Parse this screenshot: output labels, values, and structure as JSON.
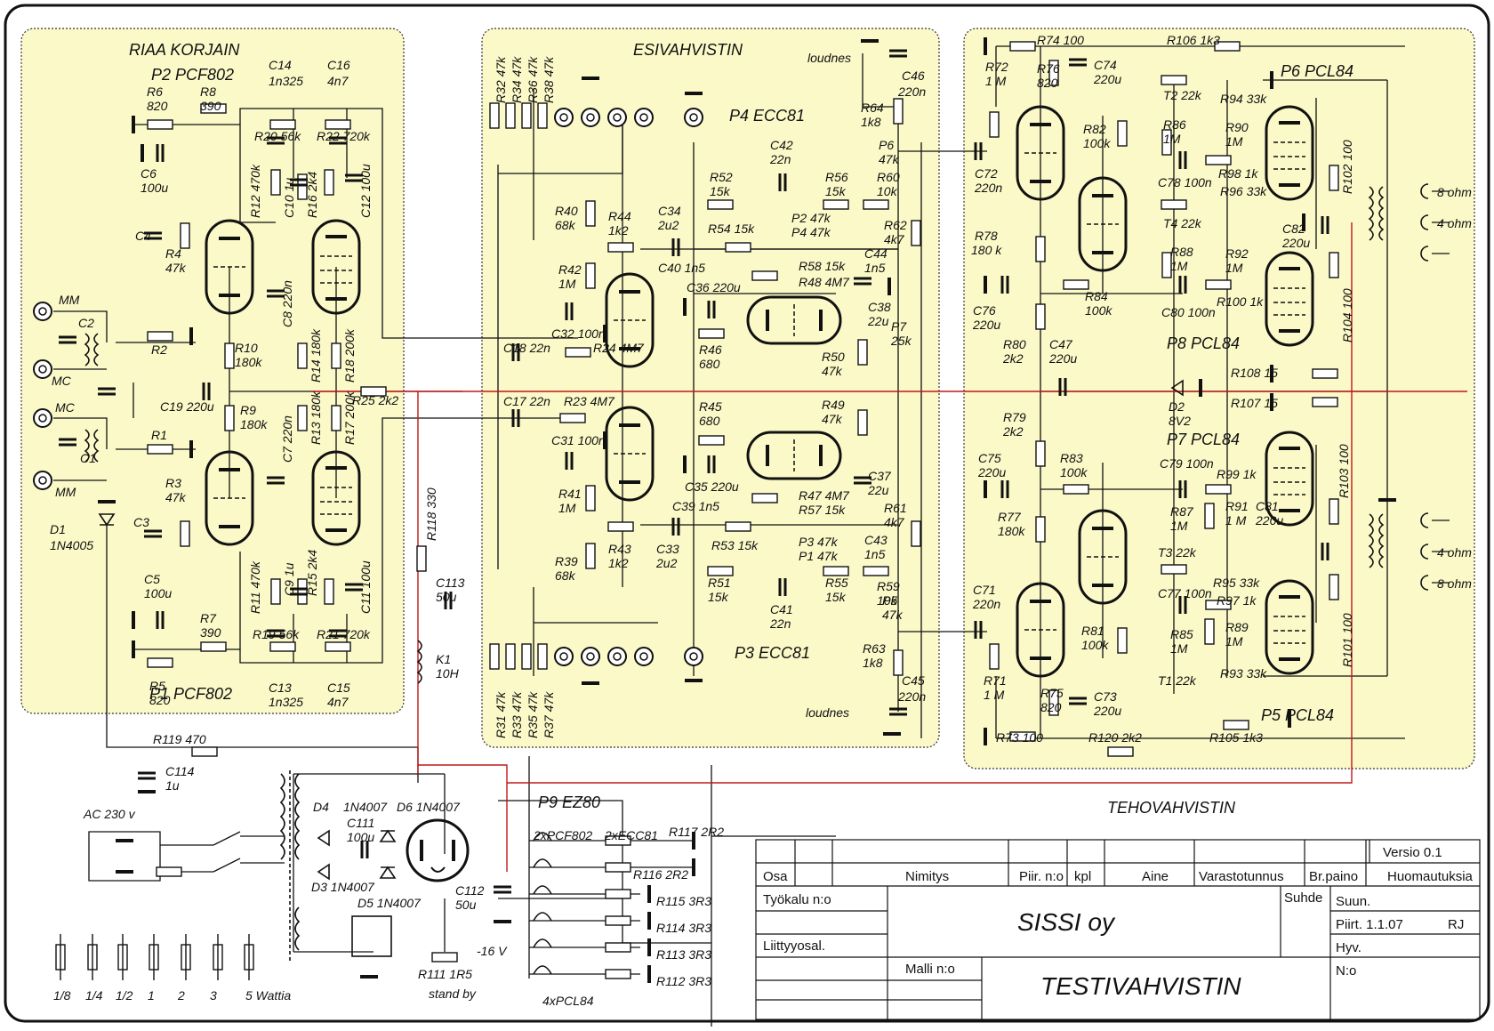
{
  "sections": {
    "riaa": "RIAA KORJAIN",
    "esivahvistin": "ESIVAHVISTIN",
    "tehovahvistin": "TEHOVAHVISTIN"
  },
  "tubes": {
    "p2": "P2 PCF802",
    "p1": "P1 PCF802",
    "p4": "P4 ECC81",
    "p3": "P3 ECC81",
    "p6": "P6 PCL84",
    "p8": "P8 PCL84",
    "p7": "P7 PCL84",
    "p5": "P5 PCL84",
    "p9": "P9 EZ80"
  },
  "inputs": {
    "mm_top": "MM",
    "mc_top": "MC",
    "mc_bot": "MC",
    "mm_bot": "MM"
  },
  "outputs": {
    "o8a": "8 ohm",
    "o4a": "4 ohm",
    "o4b": "4 ohm",
    "o8b": "8 ohm"
  },
  "labels": [
    {
      "id": "R6",
      "t": "R6"
    },
    {
      "id": "R6v",
      "t": "820"
    },
    {
      "id": "R8",
      "t": "R8"
    },
    {
      "id": "R8v",
      "t": "390"
    },
    {
      "id": "C14",
      "t": "C14"
    },
    {
      "id": "C14v",
      "t": "1n325"
    },
    {
      "id": "C16",
      "t": "C16"
    },
    {
      "id": "C16v",
      "t": "4n7"
    },
    {
      "id": "C6",
      "t": "C6"
    },
    {
      "id": "C6v",
      "t": "100u"
    },
    {
      "id": "R20",
      "t": "R20  56k"
    },
    {
      "id": "R22",
      "t": "R22  720k"
    },
    {
      "id": "R12",
      "t": "R12  470k"
    },
    {
      "id": "C10",
      "t": "C10 1u"
    },
    {
      "id": "R16",
      "t": "R16  2k4"
    },
    {
      "id": "C12",
      "t": "C12  100u"
    },
    {
      "id": "C4",
      "t": "C4"
    },
    {
      "id": "R4",
      "t": "R4"
    },
    {
      "id": "R4v",
      "t": "47k"
    },
    {
      "id": "C8",
      "t": "C8  220n"
    },
    {
      "id": "C2",
      "t": "C2"
    },
    {
      "id": "R2",
      "t": "R2"
    },
    {
      "id": "R10",
      "t": "R10"
    },
    {
      "id": "R10v",
      "t": "180k"
    },
    {
      "id": "R14",
      "t": "R14  180k"
    },
    {
      "id": "R18",
      "t": "R18  200k"
    },
    {
      "id": "C19",
      "t": "C19  220u"
    },
    {
      "id": "R25",
      "t": "R25  2k2"
    },
    {
      "id": "R9",
      "t": "R9"
    },
    {
      "id": "R9v",
      "t": "180k"
    },
    {
      "id": "R13",
      "t": "R13  180k"
    },
    {
      "id": "R17",
      "t": "R17  200k"
    },
    {
      "id": "C1",
      "t": "C1"
    },
    {
      "id": "R1",
      "t": "R1"
    },
    {
      "id": "C7",
      "t": "C7  220n"
    },
    {
      "id": "R3",
      "t": "R3"
    },
    {
      "id": "R3v",
      "t": "47k"
    },
    {
      "id": "D1",
      "t": "D1"
    },
    {
      "id": "D1v",
      "t": "1N4005"
    },
    {
      "id": "C3",
      "t": "C3"
    },
    {
      "id": "C5",
      "t": "C5"
    },
    {
      "id": "C5v",
      "t": "100u"
    },
    {
      "id": "R11",
      "t": "R11  470k"
    },
    {
      "id": "C9",
      "t": "C9  1u"
    },
    {
      "id": "R15",
      "t": "R15  2k4"
    },
    {
      "id": "C11",
      "t": "C11  100u"
    },
    {
      "id": "R7",
      "t": "R7"
    },
    {
      "id": "R7v",
      "t": "390"
    },
    {
      "id": "R19",
      "t": "R19  56k"
    },
    {
      "id": "R21",
      "t": "R21  720k"
    },
    {
      "id": "R5",
      "t": "R5"
    },
    {
      "id": "R5v",
      "t": "820"
    },
    {
      "id": "C13",
      "t": "C13"
    },
    {
      "id": "C13v",
      "t": "1n325"
    },
    {
      "id": "C15",
      "t": "C15"
    },
    {
      "id": "C15v",
      "t": "4n7"
    },
    {
      "id": "R32",
      "t": "R32  47k"
    },
    {
      "id": "R34",
      "t": "R34  47k"
    },
    {
      "id": "R36",
      "t": "R36  47k"
    },
    {
      "id": "R38",
      "t": "R38  47k"
    },
    {
      "id": "R40",
      "t": "R40"
    },
    {
      "id": "R40v",
      "t": "68k"
    },
    {
      "id": "R44",
      "t": "R44"
    },
    {
      "id": "R44v",
      "t": "1k2"
    },
    {
      "id": "C34",
      "t": "C34"
    },
    {
      "id": "C34v",
      "t": "2u2"
    },
    {
      "id": "R52",
      "t": "R52"
    },
    {
      "id": "R52v",
      "t": "15k"
    },
    {
      "id": "C42",
      "t": "C42"
    },
    {
      "id": "C42v",
      "t": "22n"
    },
    {
      "id": "R56",
      "t": "R56"
    },
    {
      "id": "R56v",
      "t": "15k"
    },
    {
      "id": "R60",
      "t": "R60"
    },
    {
      "id": "R60v",
      "t": "10k"
    },
    {
      "id": "R42",
      "t": "R42"
    },
    {
      "id": "R42v",
      "t": "1M"
    },
    {
      "id": "C40",
      "t": "C40  1n5"
    },
    {
      "id": "R54",
      "t": "R54  15k"
    },
    {
      "id": "P2",
      "t": "P2  47k"
    },
    {
      "id": "P4",
      "t": "P4  47k"
    },
    {
      "id": "R62",
      "t": "R62"
    },
    {
      "id": "R62v",
      "t": "4k7"
    },
    {
      "id": "R58",
      "t": "R58  15k"
    },
    {
      "id": "C44",
      "t": "C44"
    },
    {
      "id": "C44v",
      "t": "1n5"
    },
    {
      "id": "R48",
      "t": "R48  4M7"
    },
    {
      "id": "C36",
      "t": "C36  220u"
    },
    {
      "id": "C38",
      "t": "C38"
    },
    {
      "id": "C38v",
      "t": "22u"
    },
    {
      "id": "C32",
      "t": "C32  100n"
    },
    {
      "id": "P7",
      "t": "P7"
    },
    {
      "id": "P7v",
      "t": "25k"
    },
    {
      "id": "R46",
      "t": "R46"
    },
    {
      "id": "R46v",
      "t": "680"
    },
    {
      "id": "R50",
      "t": "R50"
    },
    {
      "id": "R50v",
      "t": "47k"
    },
    {
      "id": "C18",
      "t": "C18  22n"
    },
    {
      "id": "R24",
      "t": "R24  4M7"
    },
    {
      "id": "C17",
      "t": "C17  22n"
    },
    {
      "id": "R23",
      "t": "R23  4M7"
    },
    {
      "id": "R45",
      "t": "R45"
    },
    {
      "id": "R45v",
      "t": "680"
    },
    {
      "id": "R49",
      "t": "R49"
    },
    {
      "id": "R49v",
      "t": "47k"
    },
    {
      "id": "C31",
      "t": "C31  100n"
    },
    {
      "id": "C35",
      "t": "C35  220u"
    },
    {
      "id": "C37",
      "t": "C37"
    },
    {
      "id": "C37v",
      "t": "22u"
    },
    {
      "id": "R41",
      "t": "R41"
    },
    {
      "id": "R41v",
      "t": "1M"
    },
    {
      "id": "R47",
      "t": "R47  4M7"
    },
    {
      "id": "C39",
      "t": "C39  1n5"
    },
    {
      "id": "R57",
      "t": "R57  15k"
    },
    {
      "id": "R61",
      "t": "R61"
    },
    {
      "id": "R61v",
      "t": "4k7"
    },
    {
      "id": "R39",
      "t": "R39"
    },
    {
      "id": "R39v",
      "t": "68k"
    },
    {
      "id": "R43",
      "t": "R43"
    },
    {
      "id": "R43v",
      "t": "1k2"
    },
    {
      "id": "C33",
      "t": "C33"
    },
    {
      "id": "C33v",
      "t": "2u2"
    },
    {
      "id": "R53",
      "t": "R53  15k"
    },
    {
      "id": "P3",
      "t": "P3  47k"
    },
    {
      "id": "P1",
      "t": "P1  47k"
    },
    {
      "id": "C43",
      "t": "C43"
    },
    {
      "id": "C43v",
      "t": "1n5"
    },
    {
      "id": "R51",
      "t": "R51"
    },
    {
      "id": "R51v",
      "t": "15k"
    },
    {
      "id": "C41",
      "t": "C41"
    },
    {
      "id": "C41v",
      "t": "22n"
    },
    {
      "id": "R55",
      "t": "R55"
    },
    {
      "id": "R55v",
      "t": "15k"
    },
    {
      "id": "R59",
      "t": "R59"
    },
    {
      "id": "R59v",
      "t": "10k"
    },
    {
      "id": "R31",
      "t": "R31  47k"
    },
    {
      "id": "R33",
      "t": "R33  47k"
    },
    {
      "id": "R35",
      "t": "R35  47k"
    },
    {
      "id": "R37",
      "t": "R37  47k"
    },
    {
      "id": "loud1",
      "t": "loudnes"
    },
    {
      "id": "C46",
      "t": "C46"
    },
    {
      "id": "C46v",
      "t": "220n"
    },
    {
      "id": "R64",
      "t": "R64"
    },
    {
      "id": "R64v",
      "t": "1k8"
    },
    {
      "id": "P6",
      "t": "P6"
    },
    {
      "id": "P6v",
      "t": "47k"
    },
    {
      "id": "P5",
      "t": "P5"
    },
    {
      "id": "P5v",
      "t": "47k"
    },
    {
      "id": "R63",
      "t": "R63"
    },
    {
      "id": "R63v",
      "t": "1k8"
    },
    {
      "id": "C45",
      "t": "C45"
    },
    {
      "id": "C45v",
      "t": "220n"
    },
    {
      "id": "loud2",
      "t": "loudnes"
    },
    {
      "id": "R118",
      "t": "R118  330"
    },
    {
      "id": "C113",
      "t": "C113"
    },
    {
      "id": "C113v",
      "t": "50u"
    },
    {
      "id": "K1",
      "t": "K1"
    },
    {
      "id": "K1v",
      "t": "10H"
    },
    {
      "id": "R74",
      "t": "R74  100"
    },
    {
      "id": "R106",
      "t": "R106  1k3"
    },
    {
      "id": "R72",
      "t": "R72"
    },
    {
      "id": "R72v",
      "t": "1 M"
    },
    {
      "id": "R76",
      "t": "R76"
    },
    {
      "id": "R76v",
      "t": "820"
    },
    {
      "id": "C74",
      "t": "C74"
    },
    {
      "id": "C74v",
      "t": "220u"
    },
    {
      "id": "T2",
      "t": "T2  22k"
    },
    {
      "id": "R94",
      "t": "R94  33k"
    },
    {
      "id": "R82",
      "t": "R82"
    },
    {
      "id": "R82v",
      "t": "100k"
    },
    {
      "id": "R86",
      "t": "R86"
    },
    {
      "id": "R86v",
      "t": "1M"
    },
    {
      "id": "R90",
      "t": "R90"
    },
    {
      "id": "R90v",
      "t": "1M"
    },
    {
      "id": "C72",
      "t": "C72"
    },
    {
      "id": "C72v",
      "t": "220n"
    },
    {
      "id": "R98",
      "t": "R98  1k"
    },
    {
      "id": "R102",
      "t": "R102  100"
    },
    {
      "id": "C78",
      "t": "C78  100n"
    },
    {
      "id": "R96",
      "t": "R96  33k"
    },
    {
      "id": "T4",
      "t": "T4  22k"
    },
    {
      "id": "C82",
      "t": "C82"
    },
    {
      "id": "C82v",
      "t": "220u"
    },
    {
      "id": "R78",
      "t": "R78"
    },
    {
      "id": "R78v",
      "t": "180 k"
    },
    {
      "id": "R88",
      "t": "R88"
    },
    {
      "id": "R88v",
      "t": "1M"
    },
    {
      "id": "R92",
      "t": "R92"
    },
    {
      "id": "R92v",
      "t": "1M"
    },
    {
      "id": "C76",
      "t": "C76"
    },
    {
      "id": "C76v",
      "t": "220u"
    },
    {
      "id": "R84",
      "t": "R84"
    },
    {
      "id": "R84v",
      "t": "100k"
    },
    {
      "id": "R100",
      "t": "R100  1k"
    },
    {
      "id": "C80",
      "t": "C80  100n"
    },
    {
      "id": "R104",
      "t": "R104  100"
    },
    {
      "id": "R80",
      "t": "R80"
    },
    {
      "id": "R80v",
      "t": "2k2"
    },
    {
      "id": "C47",
      "t": "C47"
    },
    {
      "id": "C47v",
      "t": "220u"
    },
    {
      "id": "R108",
      "t": "R108  15"
    },
    {
      "id": "R107",
      "t": "R107  15"
    },
    {
      "id": "D2",
      "t": "D2"
    },
    {
      "id": "D2v",
      "t": "8V2"
    },
    {
      "id": "R79",
      "t": "R79"
    },
    {
      "id": "R79v",
      "t": "2k2"
    },
    {
      "id": "C75",
      "t": "C75"
    },
    {
      "id": "C75v",
      "t": "220u"
    },
    {
      "id": "R83",
      "t": "R83"
    },
    {
      "id": "R83v",
      "t": "100k"
    },
    {
      "id": "C79",
      "t": "C79  100n"
    },
    {
      "id": "R99",
      "t": "R99  1k"
    },
    {
      "id": "R103",
      "t": "R103  100"
    },
    {
      "id": "R87",
      "t": "R87"
    },
    {
      "id": "R87v",
      "t": "1M"
    },
    {
      "id": "R91",
      "t": "R91"
    },
    {
      "id": "R91v",
      "t": "1 M"
    },
    {
      "id": "R77",
      "t": "R77"
    },
    {
      "id": "R77v",
      "t": "180k"
    },
    {
      "id": "C81",
      "t": "C81"
    },
    {
      "id": "C81v",
      "t": "220u"
    },
    {
      "id": "T3",
      "t": "T3  22k"
    },
    {
      "id": "R95",
      "t": "R95  33k"
    },
    {
      "id": "C71",
      "t": "C71"
    },
    {
      "id": "C71v",
      "t": "220n"
    },
    {
      "id": "C77",
      "t": "C77  100n"
    },
    {
      "id": "R97",
      "t": "R97  1k"
    },
    {
      "id": "R81",
      "t": "R81"
    },
    {
      "id": "R81v",
      "t": "100k"
    },
    {
      "id": "R85",
      "t": "R85"
    },
    {
      "id": "R85v",
      "t": "1M"
    },
    {
      "id": "R89",
      "t": "R89"
    },
    {
      "id": "R89v",
      "t": "1M"
    },
    {
      "id": "R101",
      "t": "R101  100"
    },
    {
      "id": "R71",
      "t": "R71"
    },
    {
      "id": "R71v",
      "t": "1 M"
    },
    {
      "id": "R75",
      "t": "R75"
    },
    {
      "id": "R75v",
      "t": "820"
    },
    {
      "id": "C73",
      "t": "C73"
    },
    {
      "id": "C73v",
      "t": "220u"
    },
    {
      "id": "T1",
      "t": "T1  22k"
    },
    {
      "id": "R93",
      "t": "R93  33k"
    },
    {
      "id": "R73",
      "t": "R73  100"
    },
    {
      "id": "R120",
      "t": "R120  2k2"
    },
    {
      "id": "R105",
      "t": "R105  1k3"
    },
    {
      "id": "R119",
      "t": "R119  470"
    },
    {
      "id": "C114",
      "t": "C114"
    },
    {
      "id": "C114v",
      "t": "1u"
    },
    {
      "id": "AC",
      "t": "AC 230 v"
    },
    {
      "id": "D4",
      "t": "D4"
    },
    {
      "id": "D4v",
      "t": "1N4007"
    },
    {
      "id": "D6",
      "t": "D6  1N4007"
    },
    {
      "id": "C111",
      "t": "C111"
    },
    {
      "id": "C111v",
      "t": "100u"
    },
    {
      "id": "D3",
      "t": "D3  1N4007"
    },
    {
      "id": "D5",
      "t": "D5  1N4007"
    },
    {
      "id": "C112",
      "t": "C112"
    },
    {
      "id": "C112v",
      "t": "50u"
    },
    {
      "id": "m16",
      "t": "-16 V"
    },
    {
      "id": "R111",
      "t": "R111  1R5"
    },
    {
      "id": "standby",
      "t": "stand by"
    },
    {
      "id": "h1",
      "t": "2xPCF802"
    },
    {
      "id": "h2",
      "t": "2xECC81"
    },
    {
      "id": "R117",
      "t": "R117  2R2"
    },
    {
      "id": "R116",
      "t": "R116  2R2"
    },
    {
      "id": "R115",
      "t": "R115  3R3"
    },
    {
      "id": "R114",
      "t": "R114  3R3"
    },
    {
      "id": "R113",
      "t": "R113  3R3"
    },
    {
      "id": "R112",
      "t": "R112  3R3"
    },
    {
      "id": "h3",
      "t": "4xPCL84"
    }
  ],
  "power_legend": [
    "1/8",
    "1/4",
    "1/2",
    "1",
    "2",
    "3",
    "5 Wattia"
  ],
  "title_block": {
    "versio": "Versio 0.1",
    "osa": "Osa",
    "nimitys": "Nimitys",
    "piir_no": "Piir. n:o",
    "kpl": "kpl",
    "aine": "Aine",
    "varastotunnus": "Varastotunnus",
    "brpaino": "Br.paino",
    "huomautuksia": "Huomautuksia",
    "tyokalu": "Työkalu n:o",
    "liittyyosal": "Liittyyosal.",
    "suhde": "Suhde",
    "suun": "Suun.",
    "piirt": "Piirt.  1.1.07",
    "rj": "RJ",
    "hyv": "Hyv.",
    "no": "N:o",
    "malli": "Malli n:o",
    "company": "SISSI oy",
    "drawing": "TESTIVAHVISTIN"
  },
  "colors": {
    "panel": "#fbf9c8",
    "line": "#111111",
    "red": "#c01818"
  }
}
